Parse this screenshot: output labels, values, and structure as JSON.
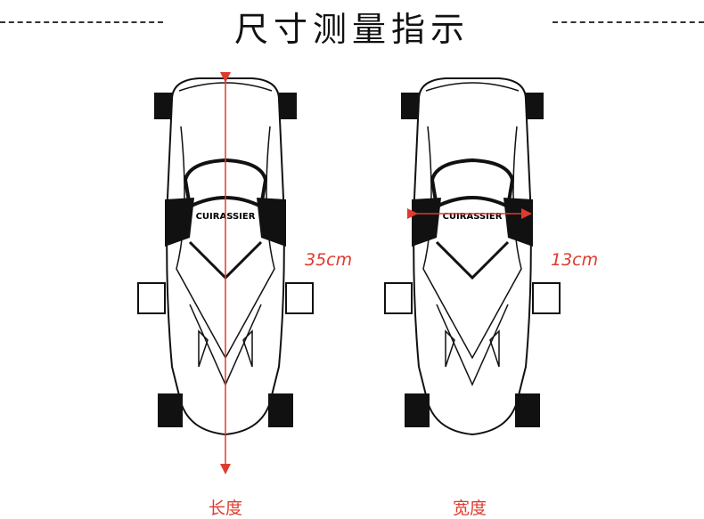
{
  "title": "尺寸测量指示",
  "brand": "CUIRASSIER",
  "accent_color": "#e03a2e",
  "measurements": [
    {
      "value": "35cm",
      "caption": "长度"
    },
    {
      "value": "13cm",
      "caption": "宽度"
    }
  ]
}
